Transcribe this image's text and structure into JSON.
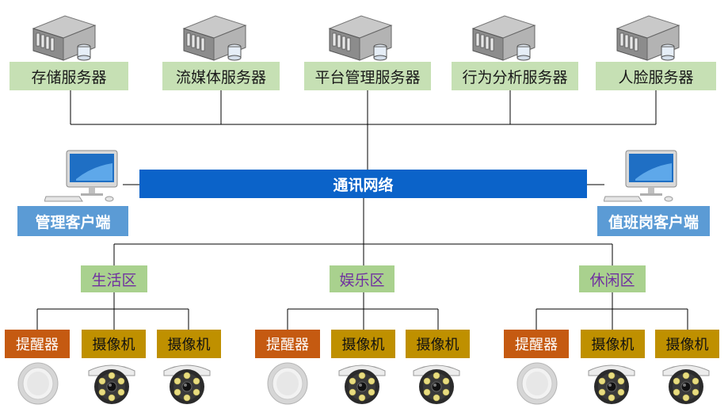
{
  "network": {
    "label": "通讯网络"
  },
  "servers": [
    {
      "label": "存储服务器",
      "icon": "server-icon"
    },
    {
      "label": "流媒体服务器",
      "icon": "server-icon"
    },
    {
      "label": "平台管理服务器",
      "icon": "server-icon"
    },
    {
      "label": "行为分析服务器",
      "icon": "server-icon"
    },
    {
      "label": "人脸服务器",
      "icon": "server-icon"
    }
  ],
  "clients": [
    {
      "label": "管理客户端",
      "icon": "desktop-computer-icon"
    },
    {
      "label": "值班岗客户端",
      "icon": "desktop-computer-icon"
    }
  ],
  "zones": [
    {
      "label": "生活区",
      "devices": [
        {
          "label": "提醒器",
          "kind": "alarm"
        },
        {
          "label": "摄像机",
          "kind": "camera"
        },
        {
          "label": "摄像机",
          "kind": "camera"
        }
      ]
    },
    {
      "label": "娱乐区",
      "devices": [
        {
          "label": "提醒器",
          "kind": "alarm"
        },
        {
          "label": "摄像机",
          "kind": "camera"
        },
        {
          "label": "摄像机",
          "kind": "camera"
        }
      ]
    },
    {
      "label": "休闲区",
      "devices": [
        {
          "label": "提醒器",
          "kind": "alarm"
        },
        {
          "label": "摄像机",
          "kind": "camera"
        },
        {
          "label": "摄像机",
          "kind": "camera"
        }
      ]
    }
  ],
  "colors": {
    "server_label": "#c6e0b4",
    "zone_label": "#a9d18e",
    "zone_text": "#7030a0",
    "client_label": "#5b9bd5",
    "network_bar": "#0b63c9",
    "alarm_label": "#c55a11",
    "camera_label": "#bf9000"
  }
}
